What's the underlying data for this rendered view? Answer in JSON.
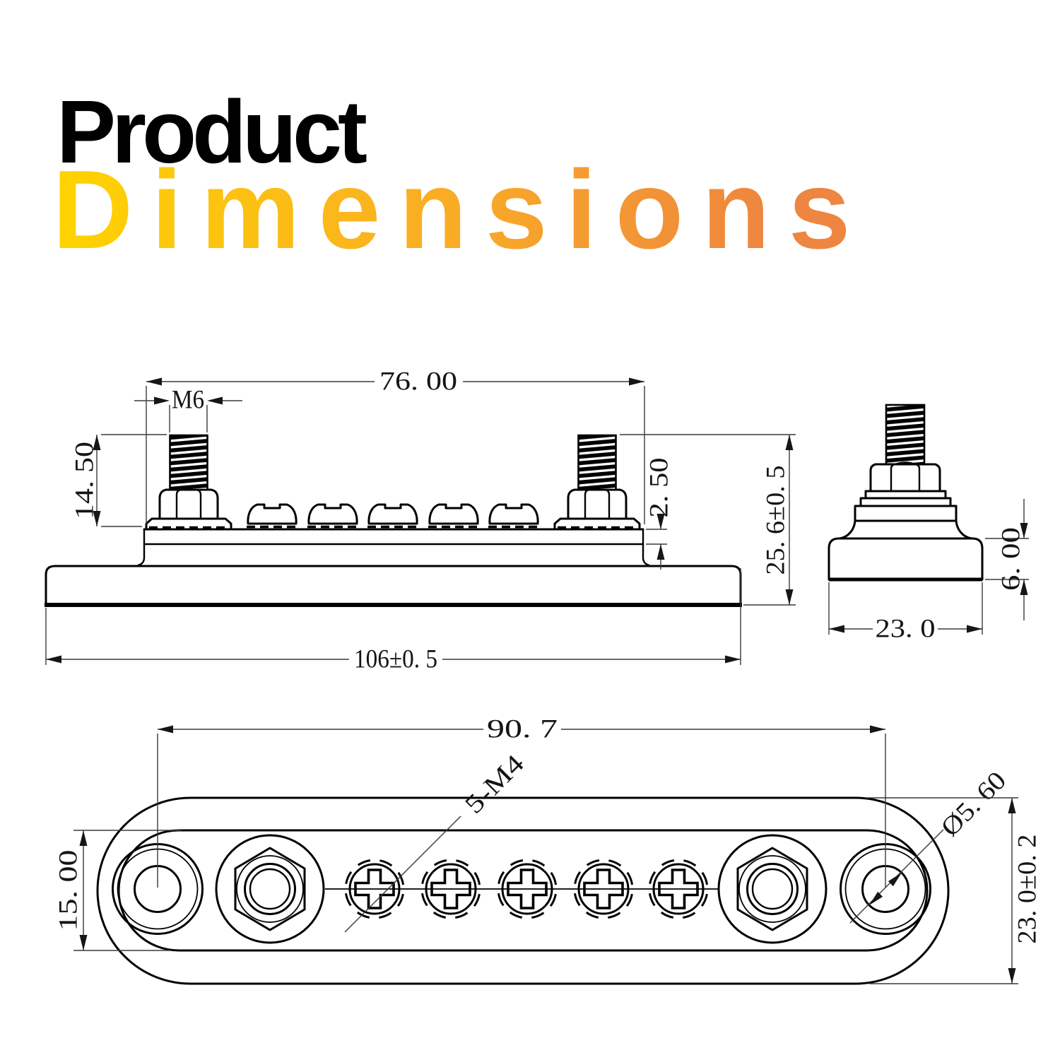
{
  "page": {
    "background": "#ffffff",
    "line_color": "#000000",
    "dimension_text_color": "#141414"
  },
  "title": {
    "line1": "Product",
    "line2": "Dimensions",
    "line1_color": "#000000",
    "line2_gradient_start": "#FFD400",
    "line2_gradient_mid": "#F9A928",
    "line2_gradient_end": "#EE8540"
  },
  "front_view": {
    "dim_plate_width": "76. 00",
    "dim_thread_size": "M6",
    "dim_stud_height": "14. 50",
    "dim_plate_thickness": "2. 50",
    "dim_total_height": "25. 6±0. 5",
    "dim_overall_width": "106±0. 5"
  },
  "side_view": {
    "dim_base_height": "6. 00",
    "dim_base_width": "23. 0"
  },
  "top_view": {
    "dim_hole_center_distance": "90. 7",
    "dim_plate_height": "15. 00",
    "dim_terminal_screws": "5-M4",
    "dim_mount_hole_diameter": "Ø5. 60",
    "dim_overall_height": "23. 0±0. 2"
  }
}
